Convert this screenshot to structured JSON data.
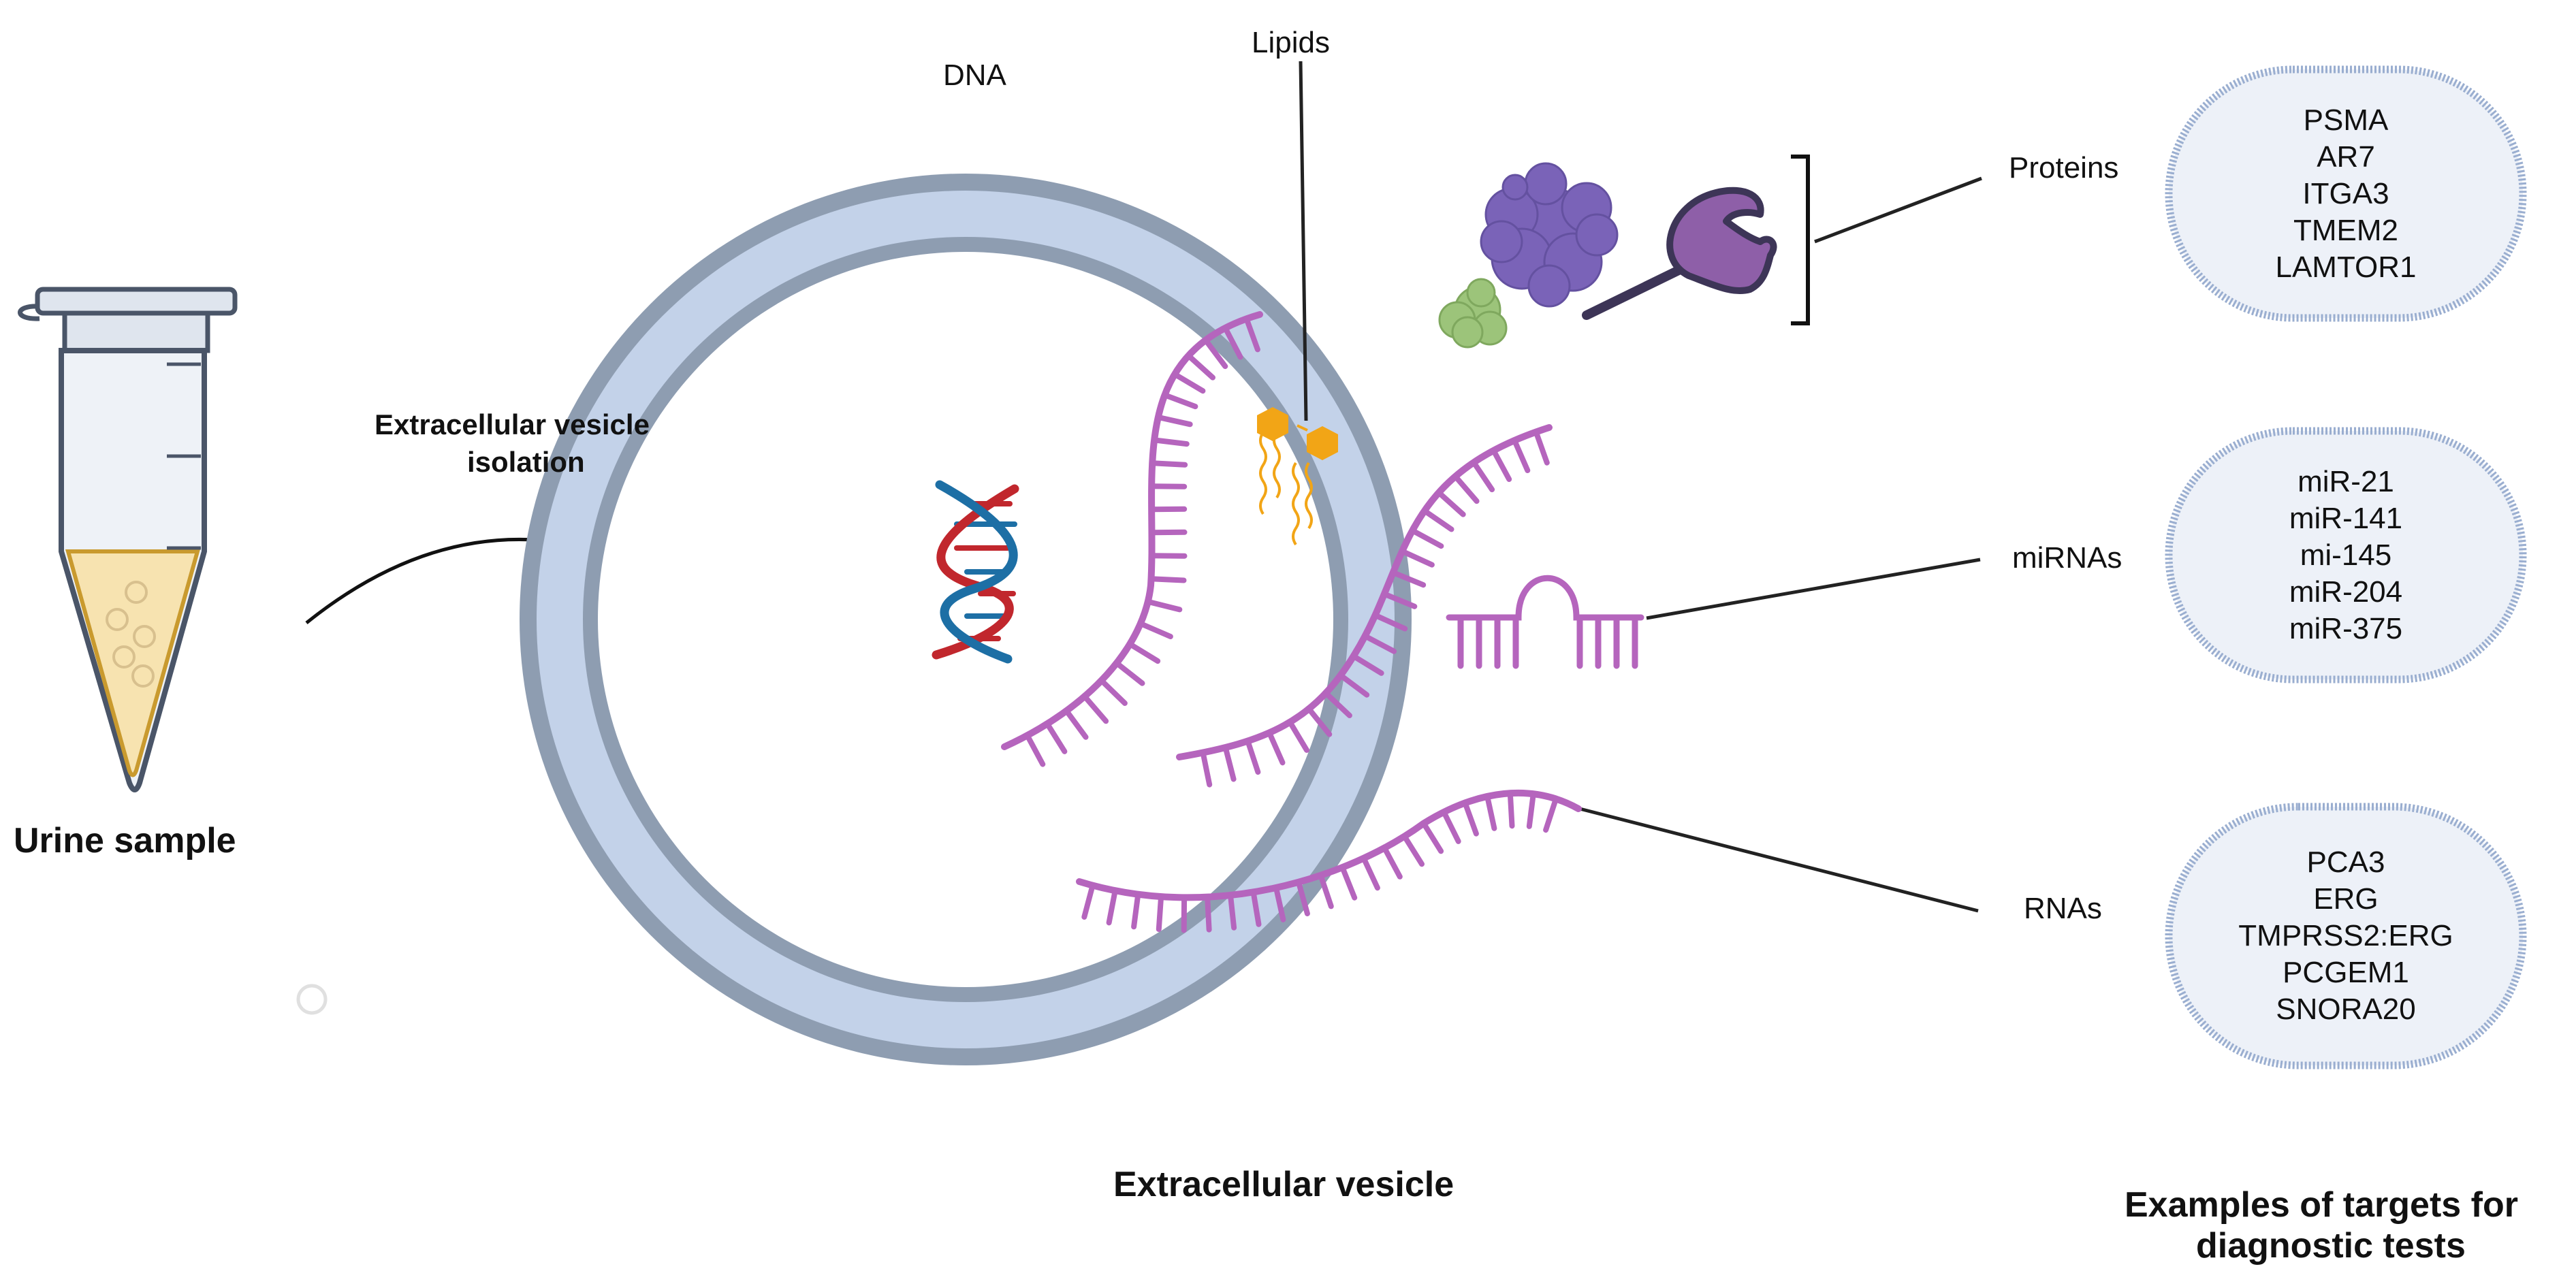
{
  "sample": {
    "title": "Urine sample"
  },
  "process": {
    "label_line1": "Extracellular vesicle",
    "label_line2": "isolation"
  },
  "vesicle": {
    "title": "Extracellular vesicle"
  },
  "cargo": {
    "dna": "DNA",
    "lipids": "Lipids",
    "proteins": "Proteins",
    "mirnas": "miRNAs",
    "rnas": "RNAs"
  },
  "targets": {
    "title_line1": "Examples of targets for",
    "title_line2": "diagnostic tests",
    "proteins": [
      "PSMA",
      "AR7",
      "ITGA3",
      "TMEM2",
      "LAMTOR1"
    ],
    "mirnas": [
      "miR-21",
      "miR-141",
      "mi-145",
      "miR-204",
      "miR-375"
    ],
    "rnas": [
      "PCA3",
      "ERG",
      "TMPRSS2:ERG",
      "PCGEM1",
      "SNORA20"
    ]
  },
  "colors": {
    "membrane_outer": "#8e9db1",
    "membrane_inner": "#c3d2e9",
    "rna": "#b565bd",
    "protein_purple": "#7a63b8",
    "protein_green": "#9cc47a",
    "lipid": "#f2a516",
    "dna_red": "#c1272d",
    "dna_blue": "#1d6fa5",
    "urine": "#f7e3b0",
    "box_fill": "#edf1f8",
    "box_border": "#9aaed0"
  }
}
